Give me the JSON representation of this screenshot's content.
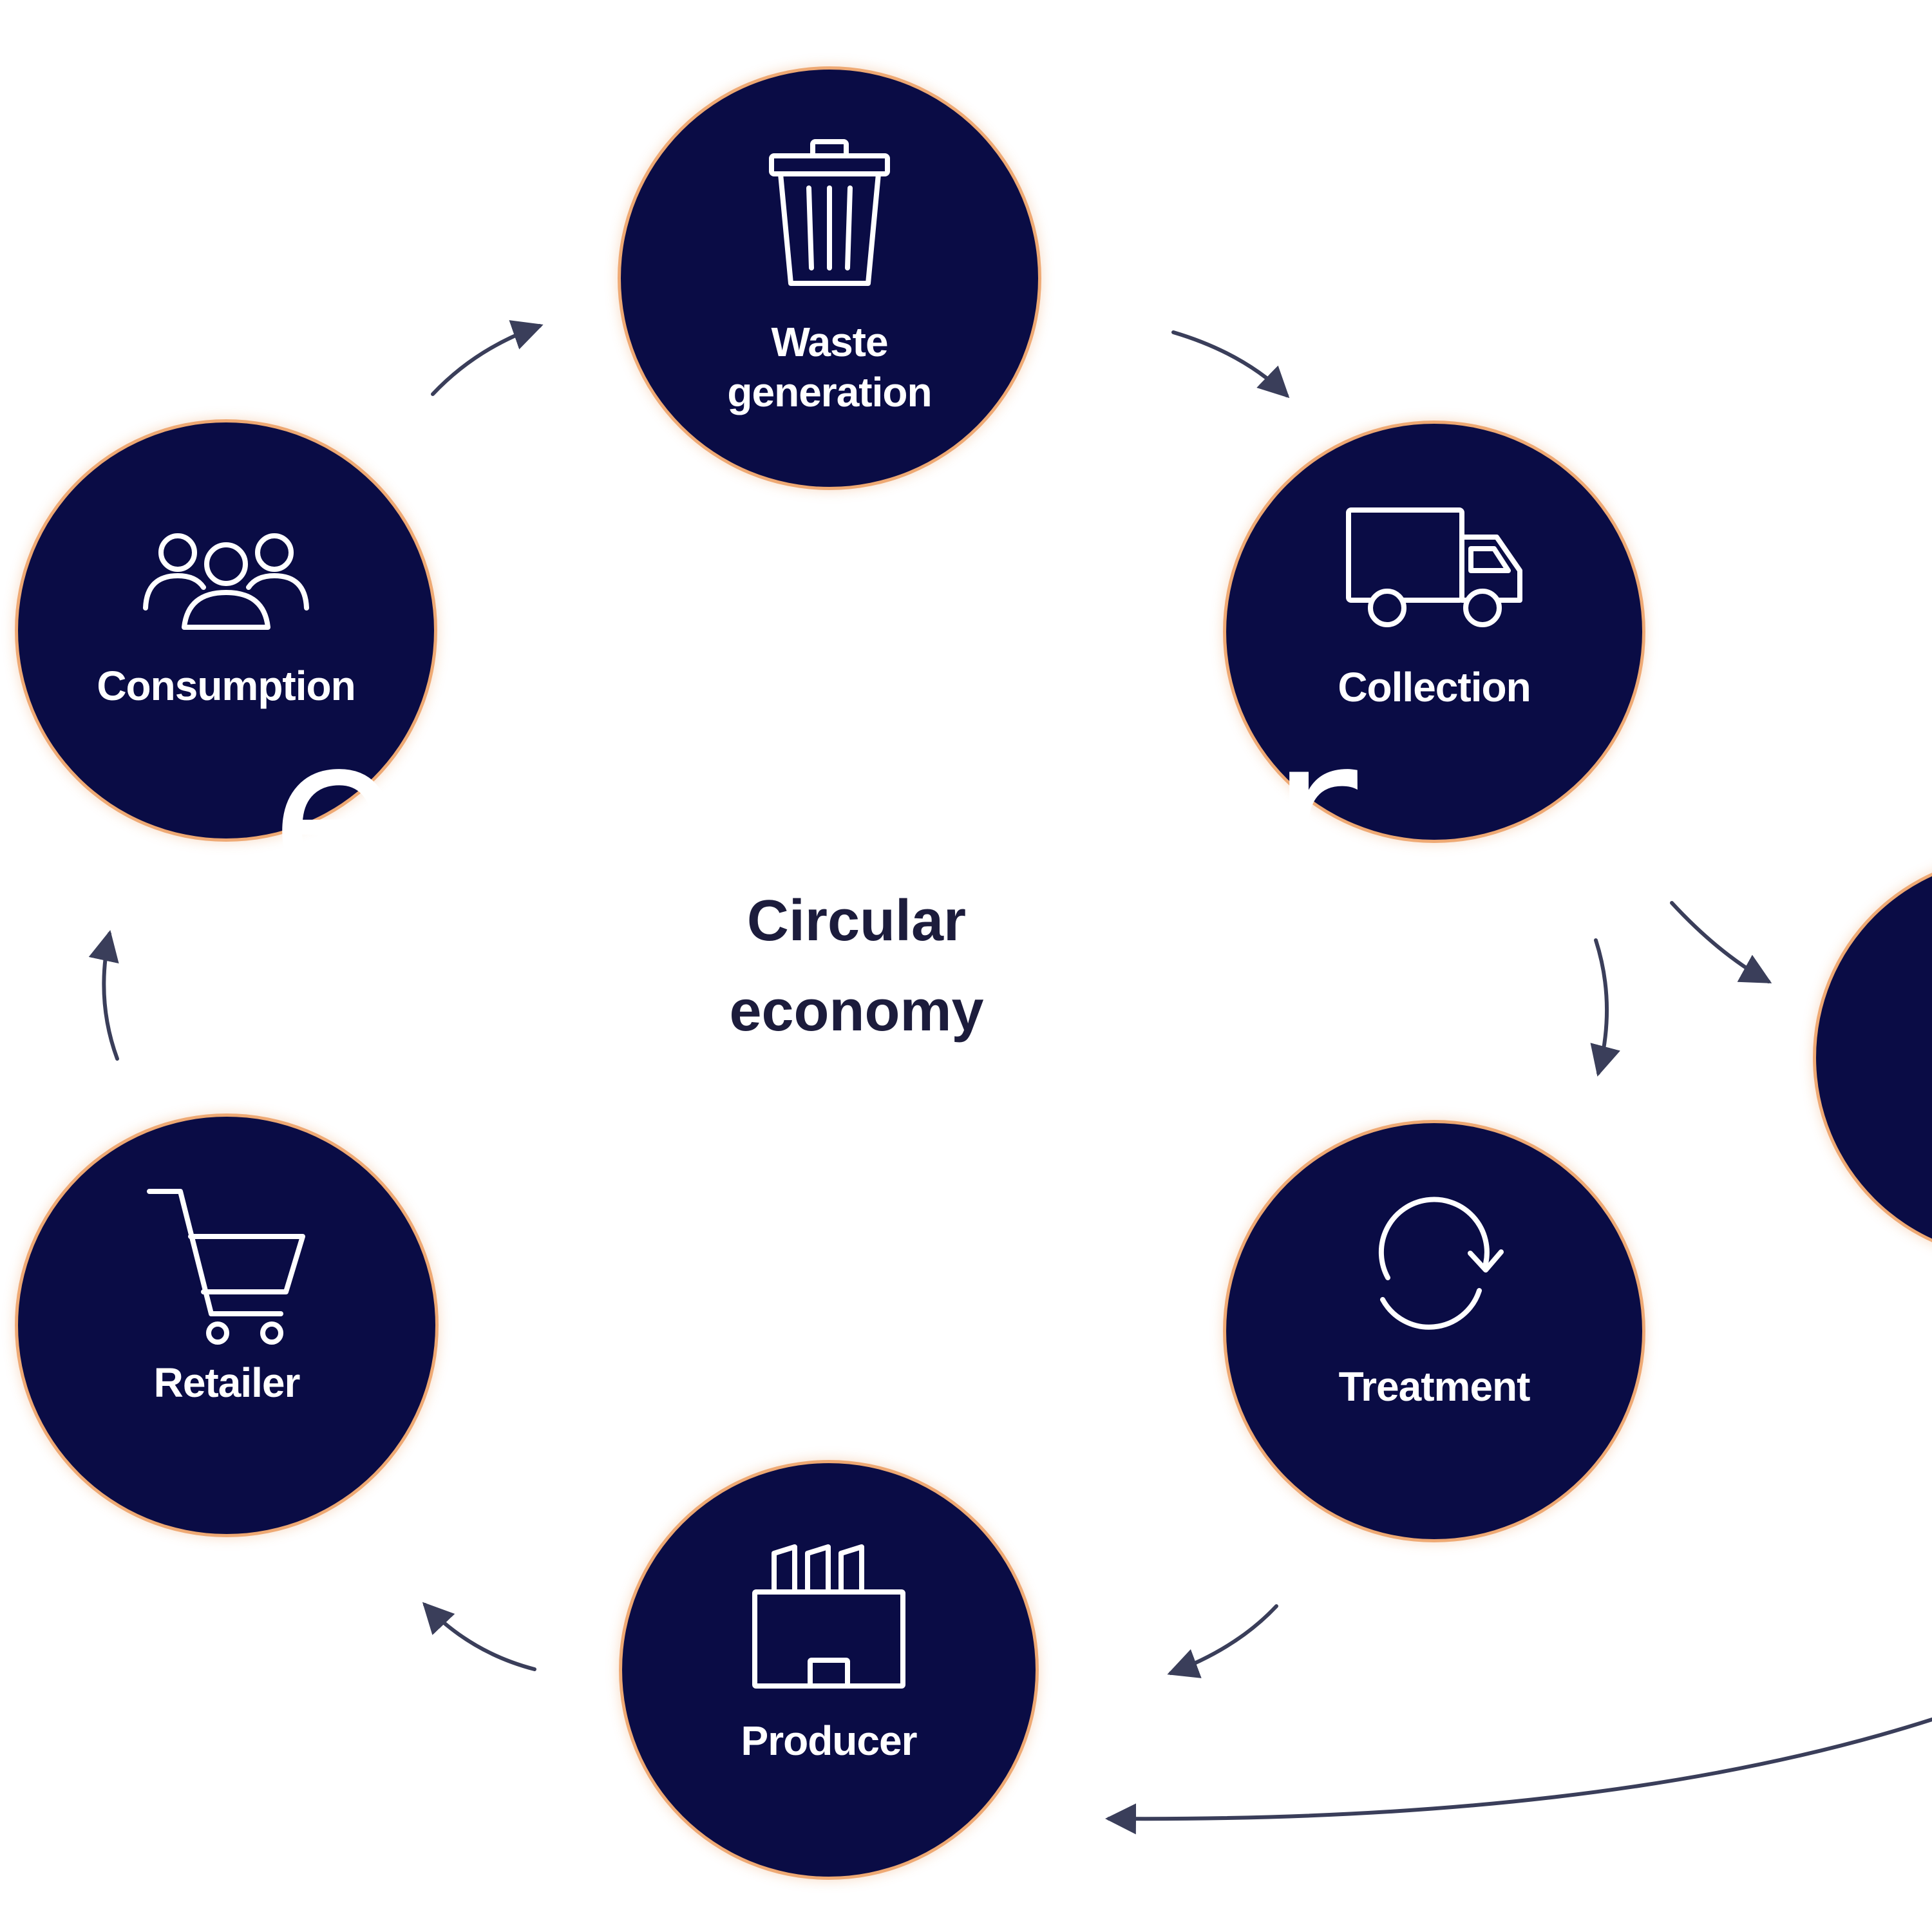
{
  "diagram": {
    "center_label": "Circular\neconomy",
    "overlay_text": "e          y r",
    "colors": {
      "node_fill": "#0a0c45",
      "node_glow": "#e99350",
      "node_text": "#ffffff",
      "arrow": "#3a3e5a",
      "center_text": "#1c1c3c"
    },
    "nodes": [
      {
        "id": "waste-generation",
        "label": "Waste\ngeneration",
        "icon": "trash-bin-icon"
      },
      {
        "id": "collection",
        "label": "Collection",
        "icon": "delivery-truck-icon"
      },
      {
        "id": "treatment",
        "label": "Treatment",
        "icon": "recycle-cycle-icon"
      },
      {
        "id": "producer",
        "label": "Producer",
        "icon": "factory-icon"
      },
      {
        "id": "retailer",
        "label": "Retailer",
        "icon": "shopping-cart-icon"
      },
      {
        "id": "consumption",
        "label": "Consumption",
        "icon": "people-group-icon"
      },
      {
        "id": "offscreen-stage",
        "label": "",
        "icon": ""
      }
    ],
    "links": [
      {
        "from": "waste-generation",
        "to": "collection"
      },
      {
        "from": "collection",
        "to": "offscreen-stage"
      },
      {
        "from": "collection",
        "to": "treatment"
      },
      {
        "from": "treatment",
        "to": "producer"
      },
      {
        "from": "offscreen-stage",
        "to": "producer"
      },
      {
        "from": "producer",
        "to": "retailer"
      },
      {
        "from": "retailer",
        "to": "consumption"
      },
      {
        "from": "consumption",
        "to": "waste-generation"
      }
    ]
  }
}
